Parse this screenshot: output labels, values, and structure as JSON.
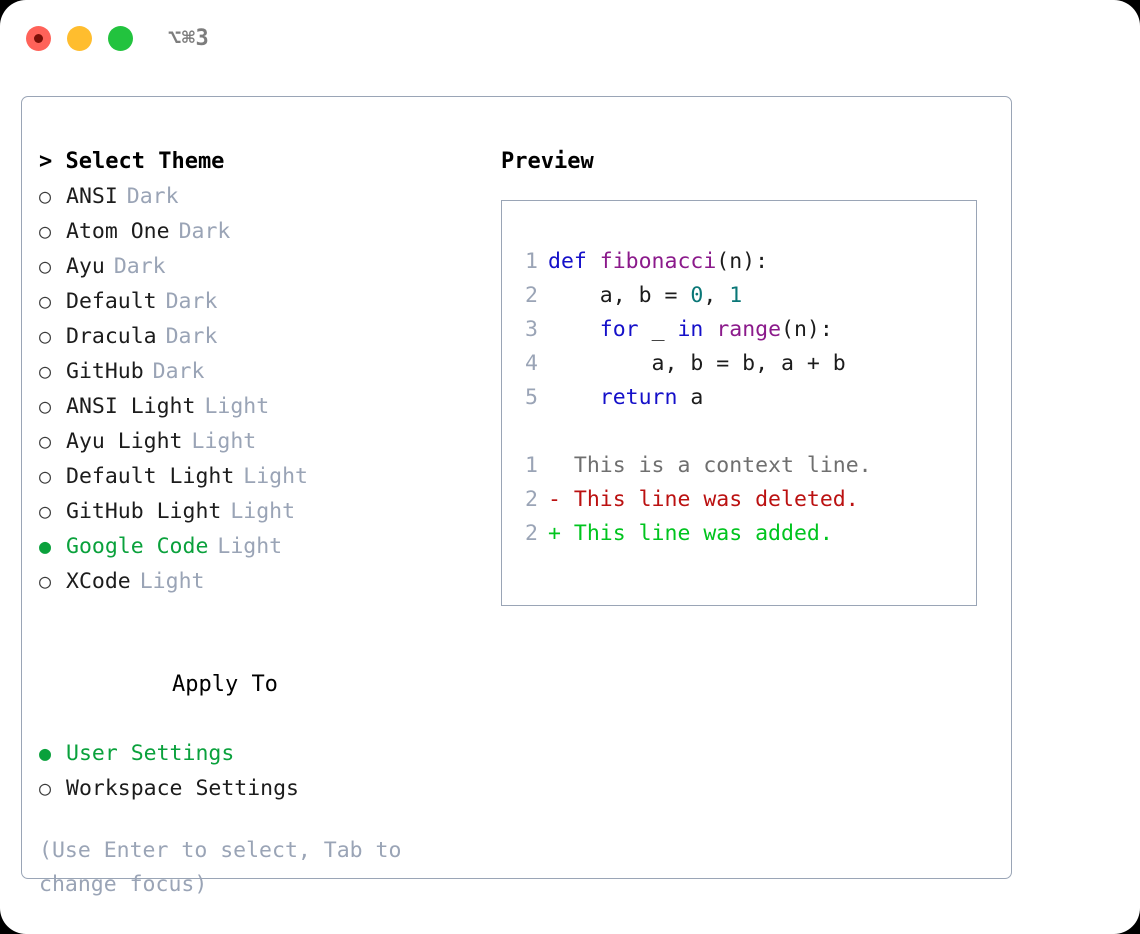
{
  "titlebar": {
    "shortcut": "⌥⌘3",
    "lights": [
      {
        "name": "close",
        "color": "#ff6259"
      },
      {
        "name": "minimize",
        "color": "#ffbd2e"
      },
      {
        "name": "maximize",
        "color": "#22c33e"
      }
    ]
  },
  "theme_section": {
    "heading": "> Select Theme",
    "items": [
      {
        "marker": "○",
        "label": "ANSI",
        "category": "Dark",
        "selected": false
      },
      {
        "marker": "○",
        "label": "Atom One",
        "category": "Dark",
        "selected": false
      },
      {
        "marker": "○",
        "label": "Ayu",
        "category": "Dark",
        "selected": false
      },
      {
        "marker": "○",
        "label": "Default",
        "category": "Dark",
        "selected": false
      },
      {
        "marker": "○",
        "label": "Dracula",
        "category": "Dark",
        "selected": false
      },
      {
        "marker": "○",
        "label": "GitHub",
        "category": "Dark",
        "selected": false
      },
      {
        "marker": "○",
        "label": "ANSI Light",
        "category": "Light",
        "selected": false
      },
      {
        "marker": "○",
        "label": "Ayu Light",
        "category": "Light",
        "selected": false
      },
      {
        "marker": "○",
        "label": "Default Light",
        "category": "Light",
        "selected": false
      },
      {
        "marker": "○",
        "label": "GitHub Light",
        "category": "Light",
        "selected": false
      },
      {
        "marker": "●",
        "label": "Google Code",
        "category": "Light",
        "selected": true
      },
      {
        "marker": "○",
        "label": "XCode",
        "category": "Light",
        "selected": false
      }
    ]
  },
  "apply_section": {
    "heading": "Apply To",
    "items": [
      {
        "marker": "●",
        "label": "User Settings",
        "selected": true
      },
      {
        "marker": "○",
        "label": "Workspace Settings",
        "selected": false
      }
    ]
  },
  "hint": "(Use Enter to select, Tab to change focus)",
  "preview": {
    "title": "Preview",
    "code_lines": [
      {
        "no": "1",
        "tokens": [
          {
            "t": "def ",
            "c": "kw"
          },
          {
            "t": "fibonacci",
            "c": "fn"
          },
          {
            "t": "(n):",
            "c": "plain"
          }
        ]
      },
      {
        "no": "2",
        "tokens": [
          {
            "t": "    a, b = ",
            "c": "plain"
          },
          {
            "t": "0",
            "c": "num"
          },
          {
            "t": ", ",
            "c": "plain"
          },
          {
            "t": "1",
            "c": "num"
          }
        ]
      },
      {
        "no": "3",
        "tokens": [
          {
            "t": "    ",
            "c": "plain"
          },
          {
            "t": "for",
            "c": "kw"
          },
          {
            "t": " _ ",
            "c": "plain"
          },
          {
            "t": "in",
            "c": "kw"
          },
          {
            "t": " ",
            "c": "plain"
          },
          {
            "t": "range",
            "c": "fn"
          },
          {
            "t": "(n):",
            "c": "plain"
          }
        ]
      },
      {
        "no": "4",
        "tokens": [
          {
            "t": "        a, b = b, a + b",
            "c": "plain"
          }
        ]
      },
      {
        "no": "5",
        "tokens": [
          {
            "t": "    ",
            "c": "plain"
          },
          {
            "t": "return",
            "c": "kw"
          },
          {
            "t": " a",
            "c": "plain"
          }
        ]
      }
    ],
    "diff_lines": [
      {
        "no": "1",
        "text": "  This is a context line.",
        "kind": "diff-context"
      },
      {
        "no": "2",
        "text": "- This line was deleted.",
        "kind": "diff-del"
      },
      {
        "no": "2",
        "text": "+ This line was added.",
        "kind": "diff-add"
      }
    ]
  },
  "colors": {
    "accent_green": "#0aa13c",
    "muted": "#9aa4b6",
    "border": "#9aa5b6",
    "keyword": "#1510c9",
    "function": "#8b1a8b",
    "number": "#0a7777",
    "diff_add": "#00c41e",
    "diff_del": "#bb1111"
  }
}
